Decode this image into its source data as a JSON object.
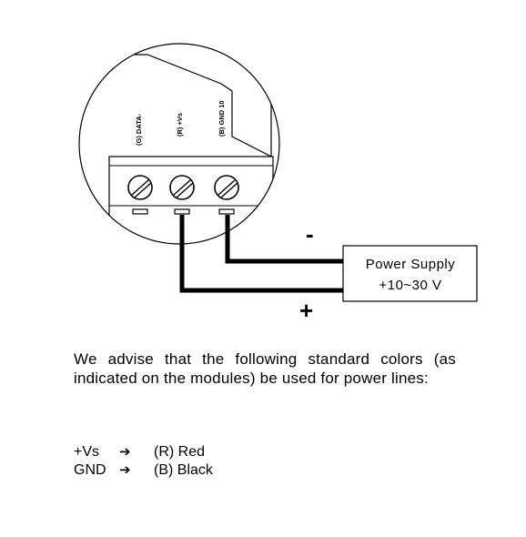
{
  "diagram": {
    "pins": [
      "(G) DATA-",
      "(R) +Vs",
      "(B) GND 10"
    ],
    "minus_sign": "-",
    "plus_sign": "+",
    "power_supply": {
      "line1": "Power Supply",
      "line2": "+10~30 V"
    }
  },
  "advice": {
    "text": "We advise that the following standard colors (as indicated on the modules) be used for power lines:"
  },
  "mapping": [
    {
      "wire": "+Vs",
      "arrow": "➔",
      "color": "(R) Red"
    },
    {
      "wire": "GND",
      "arrow": "➔",
      "color": "(B) Black"
    }
  ],
  "colors": {
    "line": "#000000",
    "background": "#ffffff"
  }
}
